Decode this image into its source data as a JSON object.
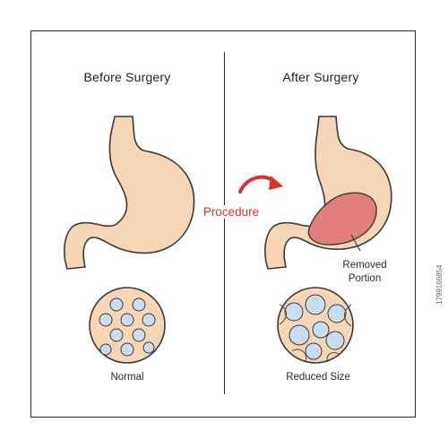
{
  "panels": {
    "before": {
      "title": "Before Surgery",
      "caption": "Normal"
    },
    "after": {
      "title": "After Surgery",
      "caption": "Reduced Size",
      "annotation": "Removed\nPortion"
    }
  },
  "procedure": {
    "label": "Procedure"
  },
  "watermark": "1799166854",
  "colors": {
    "stomach_fill": "#f6d6b4",
    "outline": "#3a3a3a",
    "removed_fill": "#e37f7a",
    "arrow": "#d8322c",
    "cell_fill": "#c9dcf0"
  },
  "icons": {
    "procedure_arrow": "curved-arrow-right"
  }
}
